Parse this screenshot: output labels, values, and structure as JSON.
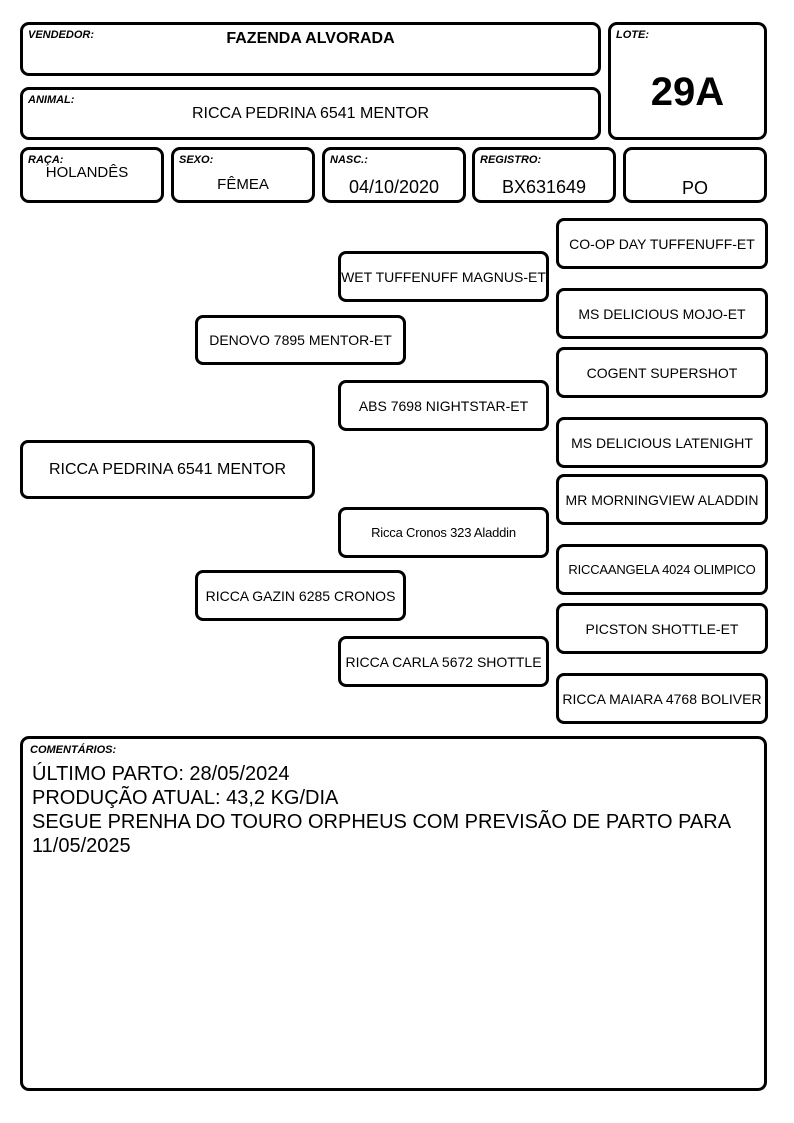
{
  "header": {
    "vendedor_label": "VENDEDOR:",
    "vendedor": "FAZENDA ALVORADA",
    "lote_label": "LOTE:",
    "lote": "29A",
    "animal_label": "ANIMAL:",
    "animal": "RICCA PEDRINA 6541 MENTOR"
  },
  "info": {
    "raca_label": "RAÇA:",
    "raca": "HOLANDÊS",
    "sexo_label": "SEXO:",
    "sexo": "FÊMEA",
    "nasc_label": "NASC.:",
    "nasc": "04/10/2020",
    "registro_label": "REGISTRO:",
    "registro": "BX631649",
    "grau": "PO"
  },
  "pedigree": {
    "animal": "RICCA PEDRINA 6541 MENTOR",
    "sire": "DENOVO 7895 MENTOR-ET",
    "dam": "RICCA GAZIN 6285 CRONOS",
    "sire_sire": "WET TUFFENUFF MAGNUS-ET",
    "sire_dam": "ABS 7698 NIGHTSTAR-ET",
    "dam_sire": "Ricca Cronos 323 Aladdin",
    "dam_dam": "RICCA CARLA 5672 SHOTTLE",
    "g3": [
      "CO-OP DAY TUFFENUFF-ET",
      "MS DELICIOUS MOJO-ET",
      "COGENT SUPERSHOT",
      "MS DELICIOUS LATENIGHT",
      "MR MORNINGVIEW ALADDIN",
      "RICCAANGELA 4024 OLIMPICO",
      "PICSTON SHOTTLE-ET",
      "RICCA MAIARA 4768 BOLIVER"
    ]
  },
  "comments": {
    "label": "COMENTÁRIOS:",
    "lines": [
      "ÚLTIMO PARTO: 28/05/2024",
      "PRODUÇÃO ATUAL: 43,2 KG/DIA",
      "SEGUE PRENHA DO TOURO ORPHEUS COM PREVISÃO DE PARTO PARA 11/05/2025"
    ]
  }
}
